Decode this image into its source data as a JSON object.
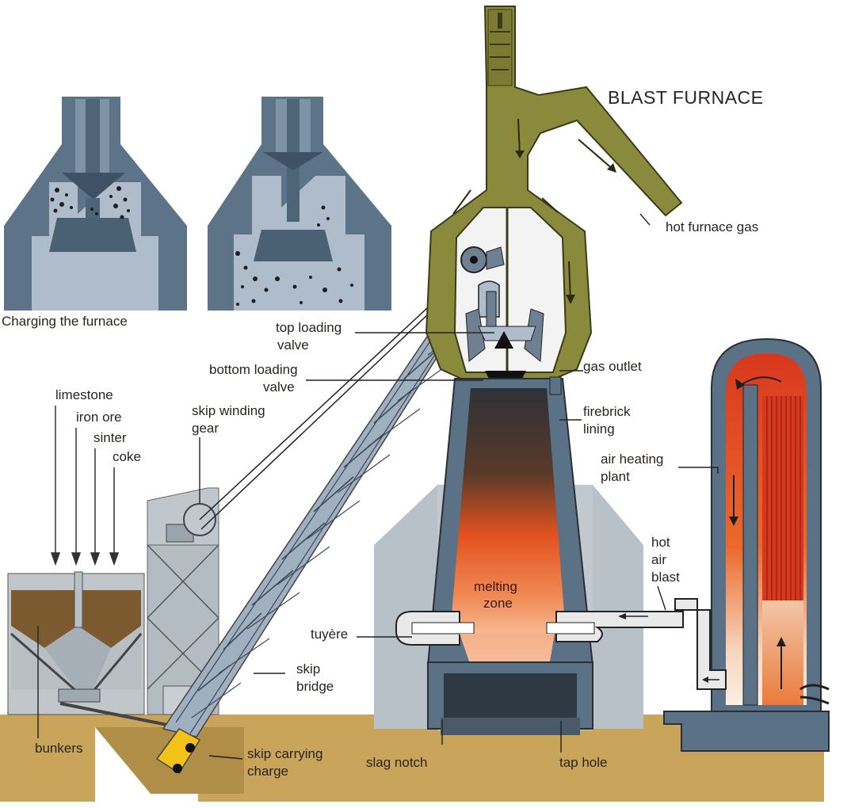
{
  "title": "BLAST FURNACE",
  "inset_caption": "Charging the furnace",
  "colors": {
    "furnace_shell": "#8a8a3c",
    "steel_blue": "#5a7186",
    "pale_blue": "#aebccb",
    "ground": "#c8a55a",
    "melting_zone": "#e8502a",
    "heater_red": "#d8381e",
    "skip": "#f2c21a"
  },
  "labels": {
    "hot_furnace_gas": "hot furnace gas",
    "top_loading_valve": [
      "top loading",
      "valve"
    ],
    "bottom_loading_valve": [
      "bottom loading",
      "valve"
    ],
    "gas_outlet": "gas outlet",
    "skip_winding_gear": [
      "skip winding",
      "gear"
    ],
    "firebrick_lining": [
      "firebrick",
      "lining"
    ],
    "air_heating_plant": [
      "air heating",
      "plant"
    ],
    "limestone": "limestone",
    "iron_ore": "iron ore",
    "sinter": "sinter",
    "coke": "coke",
    "hot_air_blast": [
      "hot",
      "air",
      "blast"
    ],
    "melting_zone": [
      "melting",
      "zone"
    ],
    "tuyere": "tuyère",
    "skip_bridge": [
      "skip",
      "bridge"
    ],
    "bunkers": "bunkers",
    "skip_carrying_charge": [
      "skip carrying",
      "charge"
    ],
    "slag_notch": "slag notch",
    "tap_hole": "tap hole"
  }
}
